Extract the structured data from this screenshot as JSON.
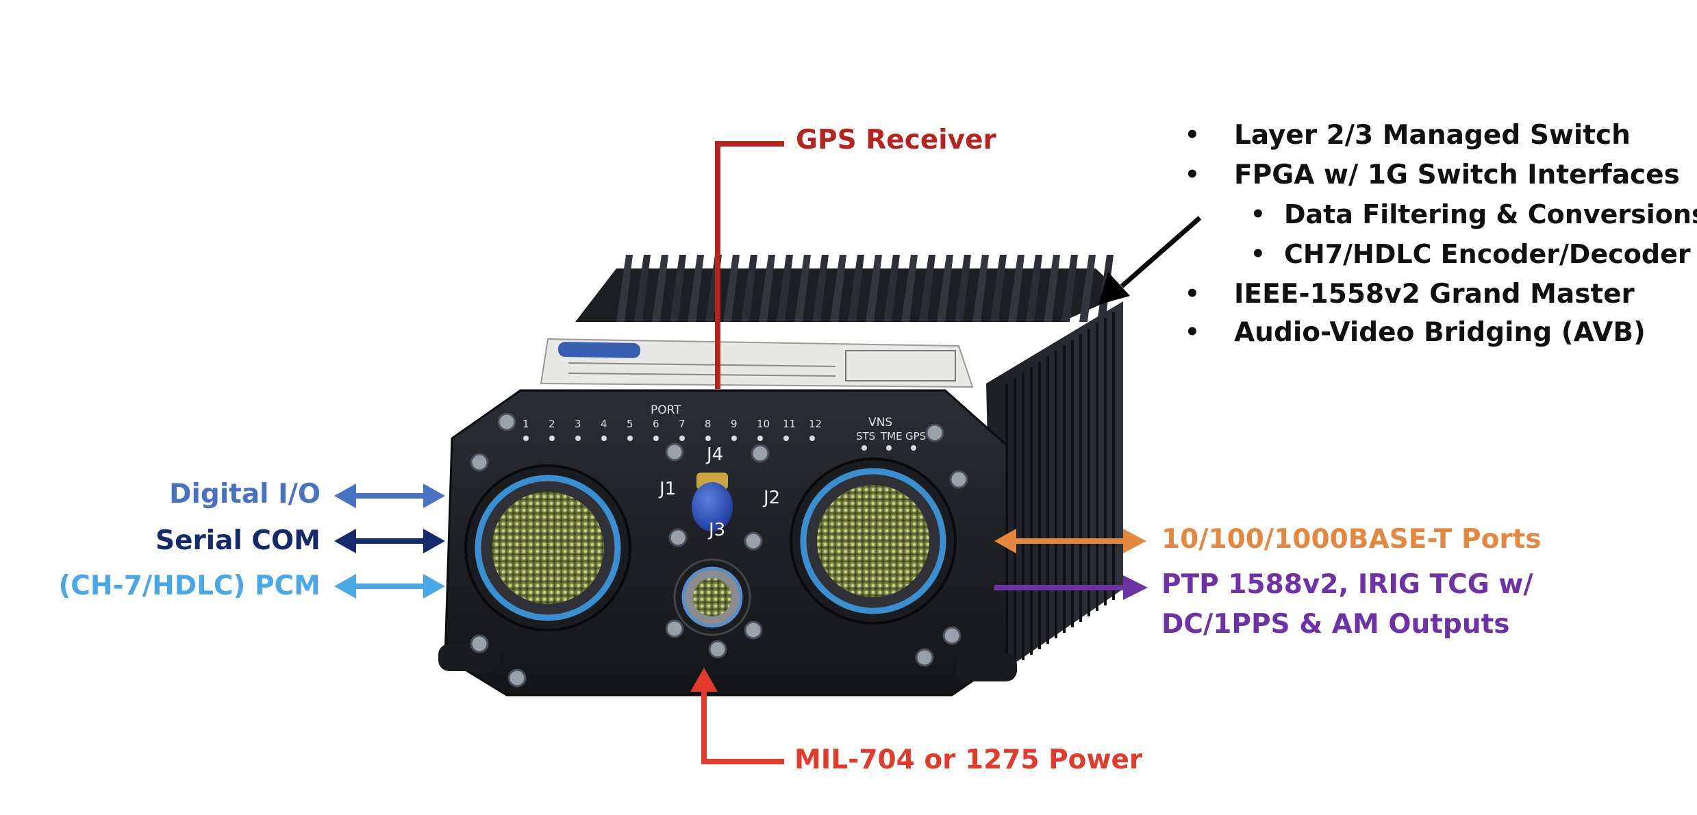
{
  "colors": {
    "gps": "#b5241e",
    "power": "#e23a2b",
    "digital_io": "#4a72c4",
    "serial_com": "#15296b",
    "pcm": "#4aa8e6",
    "ethernet": "#e5883f",
    "ptp": "#6d33a6",
    "features_arrow": "#000000"
  },
  "callouts": {
    "gps": "GPS Receiver",
    "power": "MIL-704 or 1275 Power",
    "digital_io": "Digital I/O",
    "serial_com": "Serial COM",
    "pcm": "(CH-7/HDLC) PCM",
    "ethernet": "10/100/1000BASE-T Ports",
    "ptp_line1": "PTP 1588v2, IRIG TCG w/",
    "ptp_line2": "DC/1PPS & AM Outputs"
  },
  "features": [
    {
      "text": "Layer 2/3 Managed Switch",
      "level": 1
    },
    {
      "text": "FPGA w/ 1G Switch Interfaces",
      "level": 1
    },
    {
      "text": "Data Filtering & Conversions",
      "level": 2
    },
    {
      "text": "CH7/HDLC Encoder/Decoder",
      "level": 2
    },
    {
      "text": "IEEE-1558v2 Grand Master",
      "level": 1
    },
    {
      "text": "Audio-Video Bridging (AVB)",
      "level": 1
    }
  ],
  "device": {
    "port_heading": "PORT",
    "port_numbers": [
      "1",
      "2",
      "3",
      "4",
      "5",
      "6",
      "7",
      "8",
      "9",
      "10",
      "11",
      "12"
    ],
    "vns_heading": "VNS",
    "vns_leds": [
      "STS",
      "TME",
      "GPS"
    ],
    "connectors": {
      "j1": "J1",
      "j2": "J2",
      "j3": "J3",
      "j4": "J4"
    }
  }
}
